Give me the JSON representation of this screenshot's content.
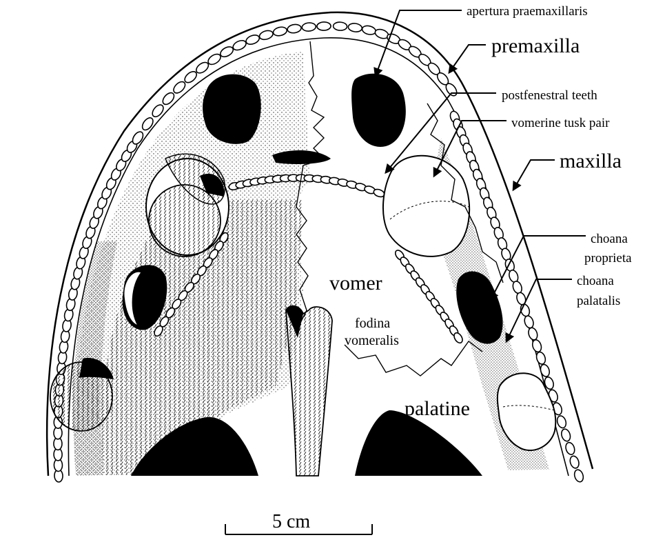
{
  "labels": {
    "apertura": "apertura praemaxillaris",
    "premaxilla": "premaxilla",
    "postfenestral": "postfenestral teeth",
    "vomerine": "vomerine tusk pair",
    "maxilla": "maxilla",
    "choana_proprieta_1": "choana",
    "choana_proprieta_2": "proprieta",
    "choana_palatalis_1": "choana",
    "choana_palatalis_2": "palatalis",
    "vomer": "vomer",
    "fodina_1": "fodina",
    "fodina_2": "vomeralis",
    "palatine": "palatine"
  },
  "scale_bar": {
    "label": "5 cm"
  }
}
